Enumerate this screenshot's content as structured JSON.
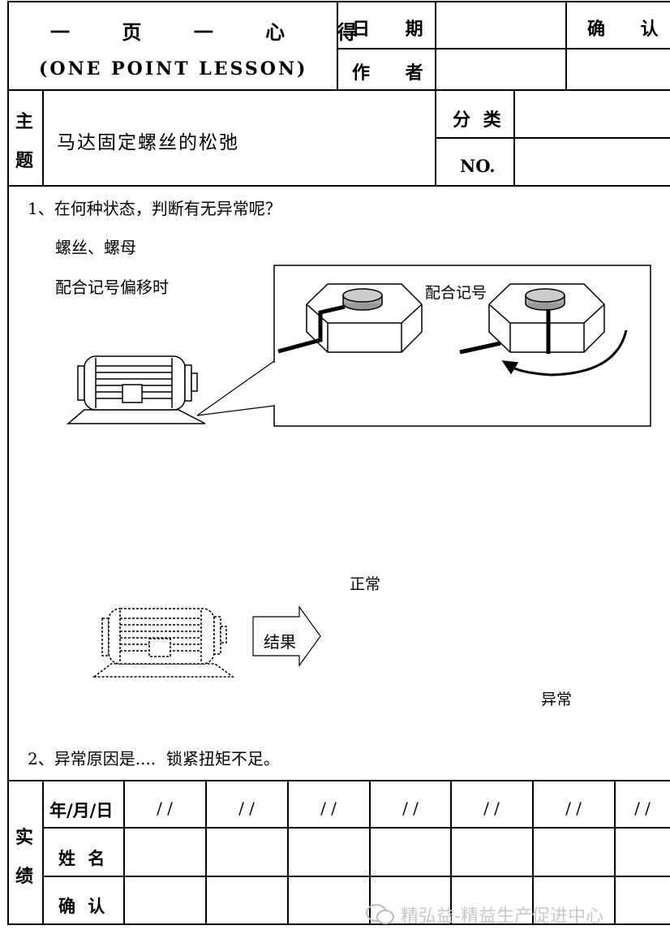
{
  "header": {
    "title_cn": "一 页 一 心 得",
    "title_en": "(ONE POINT LESSON)",
    "date_label": "日 期",
    "author_label": "作 者",
    "confirm_label": "确 认"
  },
  "subject": {
    "label_1": "主",
    "label_2": "题",
    "text": "马达固定螺丝的松弛",
    "category_label": "分 类",
    "no_label": "NO."
  },
  "body": {
    "q1": "1、在何种状态，判断有无异常呢？",
    "line_a": "螺丝、螺母",
    "line_b": "配合记号偏移时",
    "callout_label": "配合记号",
    "normal_label": "正常",
    "result_label": "结果",
    "abnormal_label": "异常",
    "q2": "2、异常原因是....  锁紧扭矩不足。"
  },
  "record": {
    "section_label_1": "实",
    "section_label_2": "绩",
    "row_date_label": "年/月/日",
    "row_name_label": "姓 名",
    "row_confirm_label": "确 认",
    "date_cells": [
      "/ /",
      "/ /",
      "/ /",
      "/ /",
      "/ /",
      "/ /",
      "/ /"
    ]
  },
  "watermark": "精弘益-精益生产促进中心"
}
